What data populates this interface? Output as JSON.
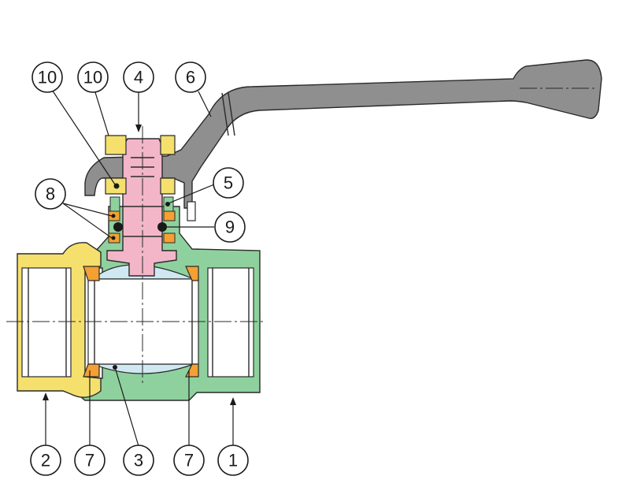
{
  "colors": {
    "body_green": "#8fd19e",
    "end_cap_yellow": "#f5e06e",
    "stem_pink": "#f2b6c8",
    "ball_blue": "#cfe8f2",
    "seat_orange": "#f5a032",
    "nut_yellow": "#f5e06e",
    "handle_gray": "#8f8f8f",
    "outline": "#2a2a2a"
  },
  "callouts": [
    {
      "id": "c10a",
      "label": "10"
    },
    {
      "id": "c10b",
      "label": "10"
    },
    {
      "id": "c4",
      "label": "4"
    },
    {
      "id": "c6",
      "label": "6"
    },
    {
      "id": "c8",
      "label": "8"
    },
    {
      "id": "c5",
      "label": "5"
    },
    {
      "id": "c9",
      "label": "9"
    },
    {
      "id": "c2",
      "label": "2"
    },
    {
      "id": "c7a",
      "label": "7"
    },
    {
      "id": "c3",
      "label": "3"
    },
    {
      "id": "c7b",
      "label": "7"
    },
    {
      "id": "c1",
      "label": "1"
    }
  ]
}
